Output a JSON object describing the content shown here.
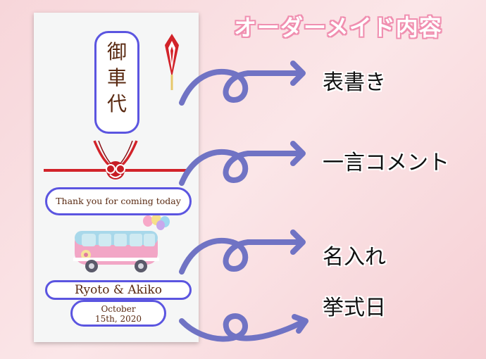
{
  "heading": "オーダーメイド内容",
  "envelope": {
    "title_chars": [
      "御",
      "車",
      "代"
    ],
    "message": "Thank you for coming today",
    "names": "Ryoto & Akiko",
    "date_line1": "October",
    "date_line2": "15th, 2020"
  },
  "labels": {
    "omotegaki": "表書き",
    "comment": "一言コメント",
    "naire": "名入れ",
    "date": "挙式日"
  },
  "colors": {
    "oval_border": "#5b55e0",
    "arrow": "#7073c4",
    "mizuhiki": "#d2232a",
    "heading_outline": "#f08fb0",
    "text_brown": "#5a2a12"
  },
  "icons": [
    "noshi-icon",
    "mizuhiki-knot-icon",
    "pink-van-icon",
    "balloons-icon",
    "curly-arrow-icon"
  ]
}
